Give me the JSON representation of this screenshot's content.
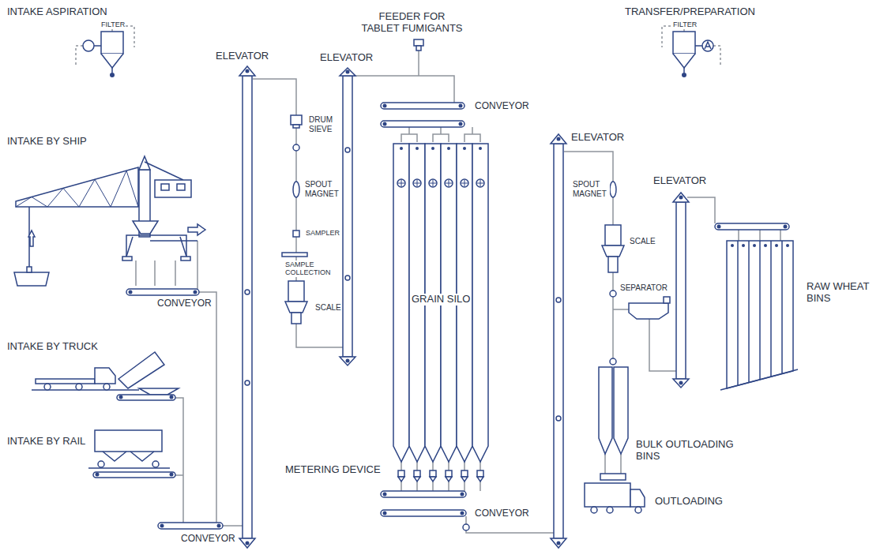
{
  "diagram": {
    "labels": [
      "INTAKE ASPIRATION",
      "FILTER",
      "ELEVATOR",
      "ELEVATOR",
      "FEEDER FOR TABLET FUMIGANTS",
      "TRANSFER/PREPARATION",
      "FILTER",
      "CONVEYOR",
      "DRUM SIEVE",
      "INTAKE BY SHIP",
      "ELEVATOR",
      "SPOUT MAGNET",
      "ELEVATOR",
      "SPOUT MAGNET",
      "SAMPLER",
      "SAMPLE COLLECTION",
      "SCALE",
      "GRAIN SILO",
      "SCALE",
      "SEPARATOR",
      "RAW WHEAT BINS",
      "CONVEYOR",
      "INTAKE BY TRUCK",
      "BULK OUTLOADING BINS",
      "INTAKE BY RAIL",
      "METERING DEVICE",
      "OUTLOADING",
      "CONVEYOR",
      "CONVEYOR"
    ]
  }
}
